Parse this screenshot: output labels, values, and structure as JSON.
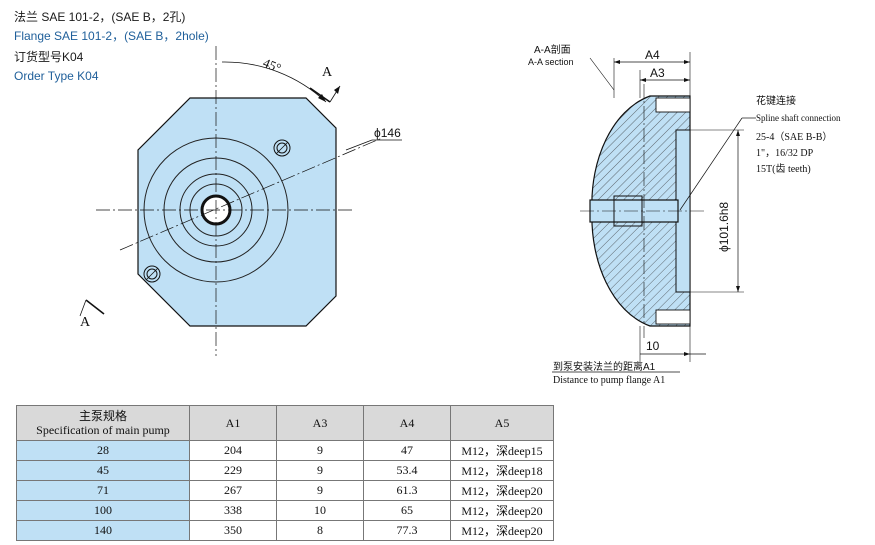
{
  "header": {
    "title_cn": "法兰 SAE 101-2，(SAE B，2孔)",
    "title_en": "Flange SAE 101-2，(SAE B，2hole)",
    "order_cn": "订货型号K04",
    "order_en": "Order Type K04"
  },
  "front_view": {
    "angle_label": "45°",
    "diameter_label": "ϕ146",
    "section_mark_top": "A",
    "section_mark_bottom": "A"
  },
  "section_view": {
    "title_cn": "A-A剖面",
    "title_en": "A-A section",
    "dim_a4": "A4",
    "dim_a3": "A3",
    "dim_10": "10",
    "dim_dia": "ϕ101.6h8",
    "spline_cn": "花键连接",
    "spline_en": "Spline shaft connection",
    "spline_spec1": "25-4（SAE B-B）",
    "spline_spec2": "1\"，16/32 DP",
    "spline_spec3": "15T(齿 teeth)",
    "dist_cn": "到泵安装法兰的距离A1",
    "dist_en": "Distance to pump flange A1"
  },
  "colors": {
    "part_fill": "#bfe0f5",
    "header_blue": "#1f5f9a",
    "table_header": "#d9d9d9"
  },
  "table": {
    "headers": [
      "主泵规格",
      "Specification of main pump",
      "A1",
      "A3",
      "A4",
      "A5"
    ],
    "rows": [
      [
        "28",
        "204",
        "9",
        "47",
        "M12，深deep15"
      ],
      [
        "45",
        "229",
        "9",
        "53.4",
        "M12，深deep18"
      ],
      [
        "71",
        "267",
        "9",
        "61.3",
        "M12，深deep20"
      ],
      [
        "100",
        "338",
        "10",
        "65",
        "M12，深deep20"
      ],
      [
        "140",
        "350",
        "8",
        "77.3",
        "M12，深deep20"
      ]
    ]
  }
}
